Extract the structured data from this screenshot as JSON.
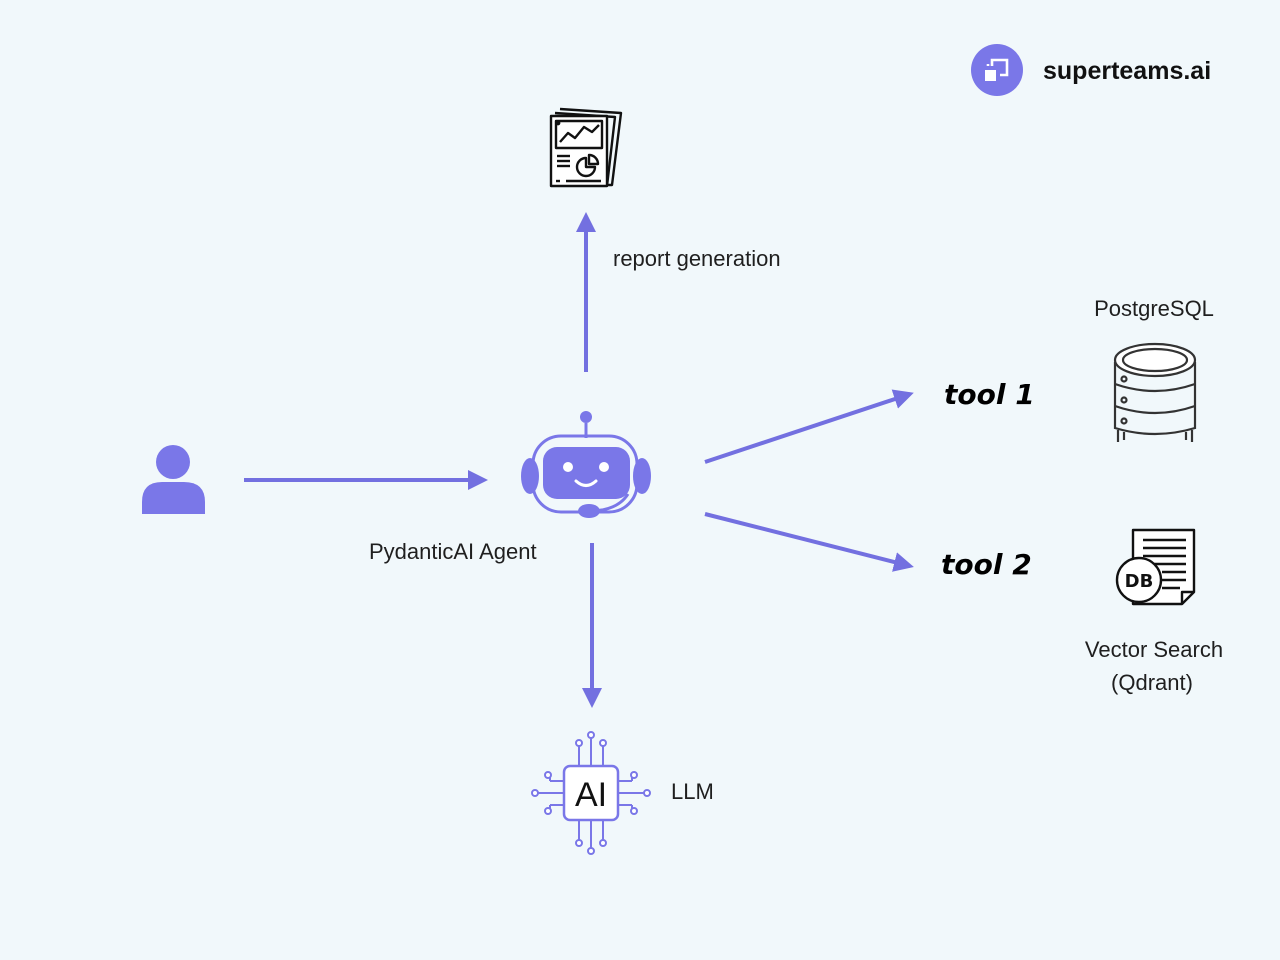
{
  "brand": {
    "name": "superteams.ai",
    "color": "#7a77e8"
  },
  "colors": {
    "accent": "#7a77e8",
    "line": "#7370e0",
    "icon_stroke": "#111111",
    "background": "#f1f8fb"
  },
  "nodes": {
    "user": {
      "icon": "user-icon"
    },
    "agent": {
      "label": "PydanticAI Agent",
      "icon": "robot-icon"
    },
    "report": {
      "label": "report generation",
      "icon": "report-icon"
    },
    "llm": {
      "label": "LLM",
      "chip_text": "AI",
      "icon": "ai-chip-icon"
    },
    "tool1": {
      "label": "tool 1"
    },
    "tool2": {
      "label": "tool 2"
    },
    "postgres": {
      "label": "PostgreSQL",
      "icon": "database-server-icon"
    },
    "vector": {
      "label_line1": "Vector Search",
      "label_line2": "(Qdrant)",
      "icon_text": "DB",
      "icon": "db-document-icon"
    }
  },
  "edges": [
    {
      "from": "user",
      "to": "agent"
    },
    {
      "from": "agent",
      "to": "report"
    },
    {
      "from": "agent",
      "to": "llm"
    },
    {
      "from": "agent",
      "to": "tool1"
    },
    {
      "from": "agent",
      "to": "tool2"
    }
  ]
}
